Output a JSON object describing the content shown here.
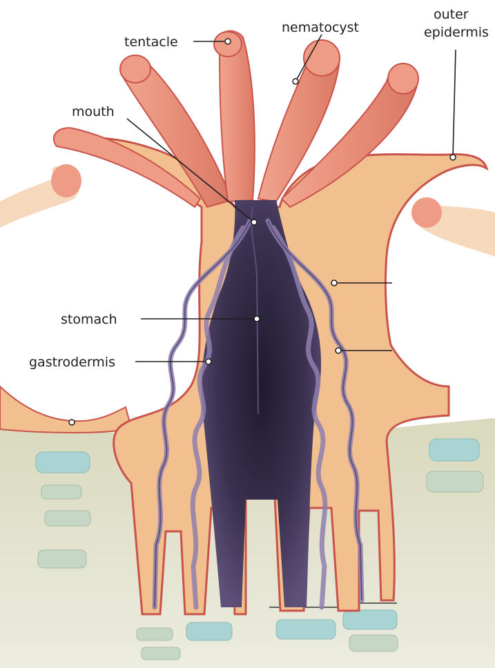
{
  "labels": {
    "tentacle": "tentacle",
    "nematocyst": "nematocyst",
    "outer_epidermis_line1": "outer",
    "outer_epidermis_line2": "epidermis",
    "mouth": "mouth",
    "stomach": "stomach",
    "gastrodermis": "gastrodermis"
  },
  "colors": {
    "tentacle": "#e8917c",
    "body": "#f2c08e",
    "body_edge": "#c9534a",
    "gut_dark": "#2f2740",
    "gut_light": "#8c7aa8",
    "sediment": "#dcdcc4",
    "pebble_blue": "#a8d3d4",
    "pebble_green": "#c4d2c0"
  }
}
